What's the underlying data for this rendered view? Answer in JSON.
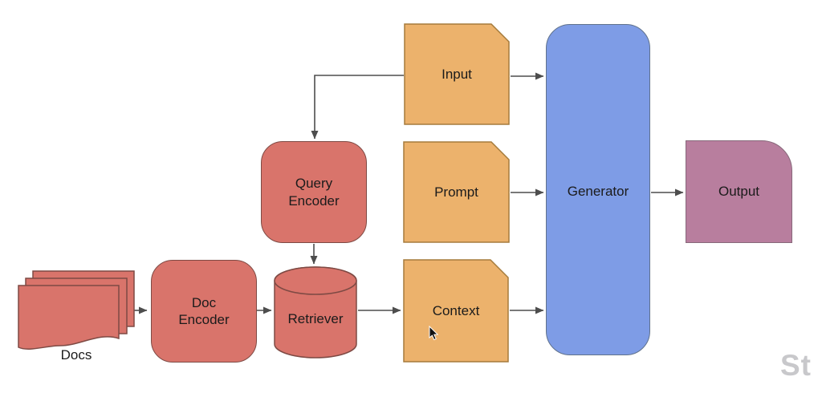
{
  "diagram": {
    "nodes": {
      "docs": {
        "label": "Docs"
      },
      "doc_encoder": {
        "label": "Doc\nEncoder"
      },
      "query_encoder": {
        "label": "Query\nEncoder"
      },
      "retriever": {
        "label": "Retriever"
      },
      "input": {
        "label": "Input"
      },
      "prompt": {
        "label": "Prompt"
      },
      "context": {
        "label": "Context"
      },
      "generator": {
        "label": "Generator"
      },
      "output": {
        "label": "Output"
      }
    },
    "edges": [
      {
        "from": "docs",
        "to": "doc_encoder"
      },
      {
        "from": "doc_encoder",
        "to": "retriever"
      },
      {
        "from": "input",
        "to": "query_encoder"
      },
      {
        "from": "query_encoder",
        "to": "retriever"
      },
      {
        "from": "retriever",
        "to": "context"
      },
      {
        "from": "input",
        "to": "generator"
      },
      {
        "from": "prompt",
        "to": "generator"
      },
      {
        "from": "context",
        "to": "generator"
      },
      {
        "from": "generator",
        "to": "output"
      }
    ],
    "watermark": "St"
  },
  "colors": {
    "salmon": "#d9746b",
    "salmon_border": "#7e4a44",
    "orange": "#ecb26c",
    "orange_border": "#a57b3c",
    "blue": "#7e9ce6",
    "blue_border": "#60728c",
    "mauve": "#b87e9e",
    "mauve_border": "#87687a",
    "arrow": "#4d4d4d",
    "text": "#1b1b1b",
    "watermark": "#c8c8cb",
    "background": "#ffffff"
  }
}
